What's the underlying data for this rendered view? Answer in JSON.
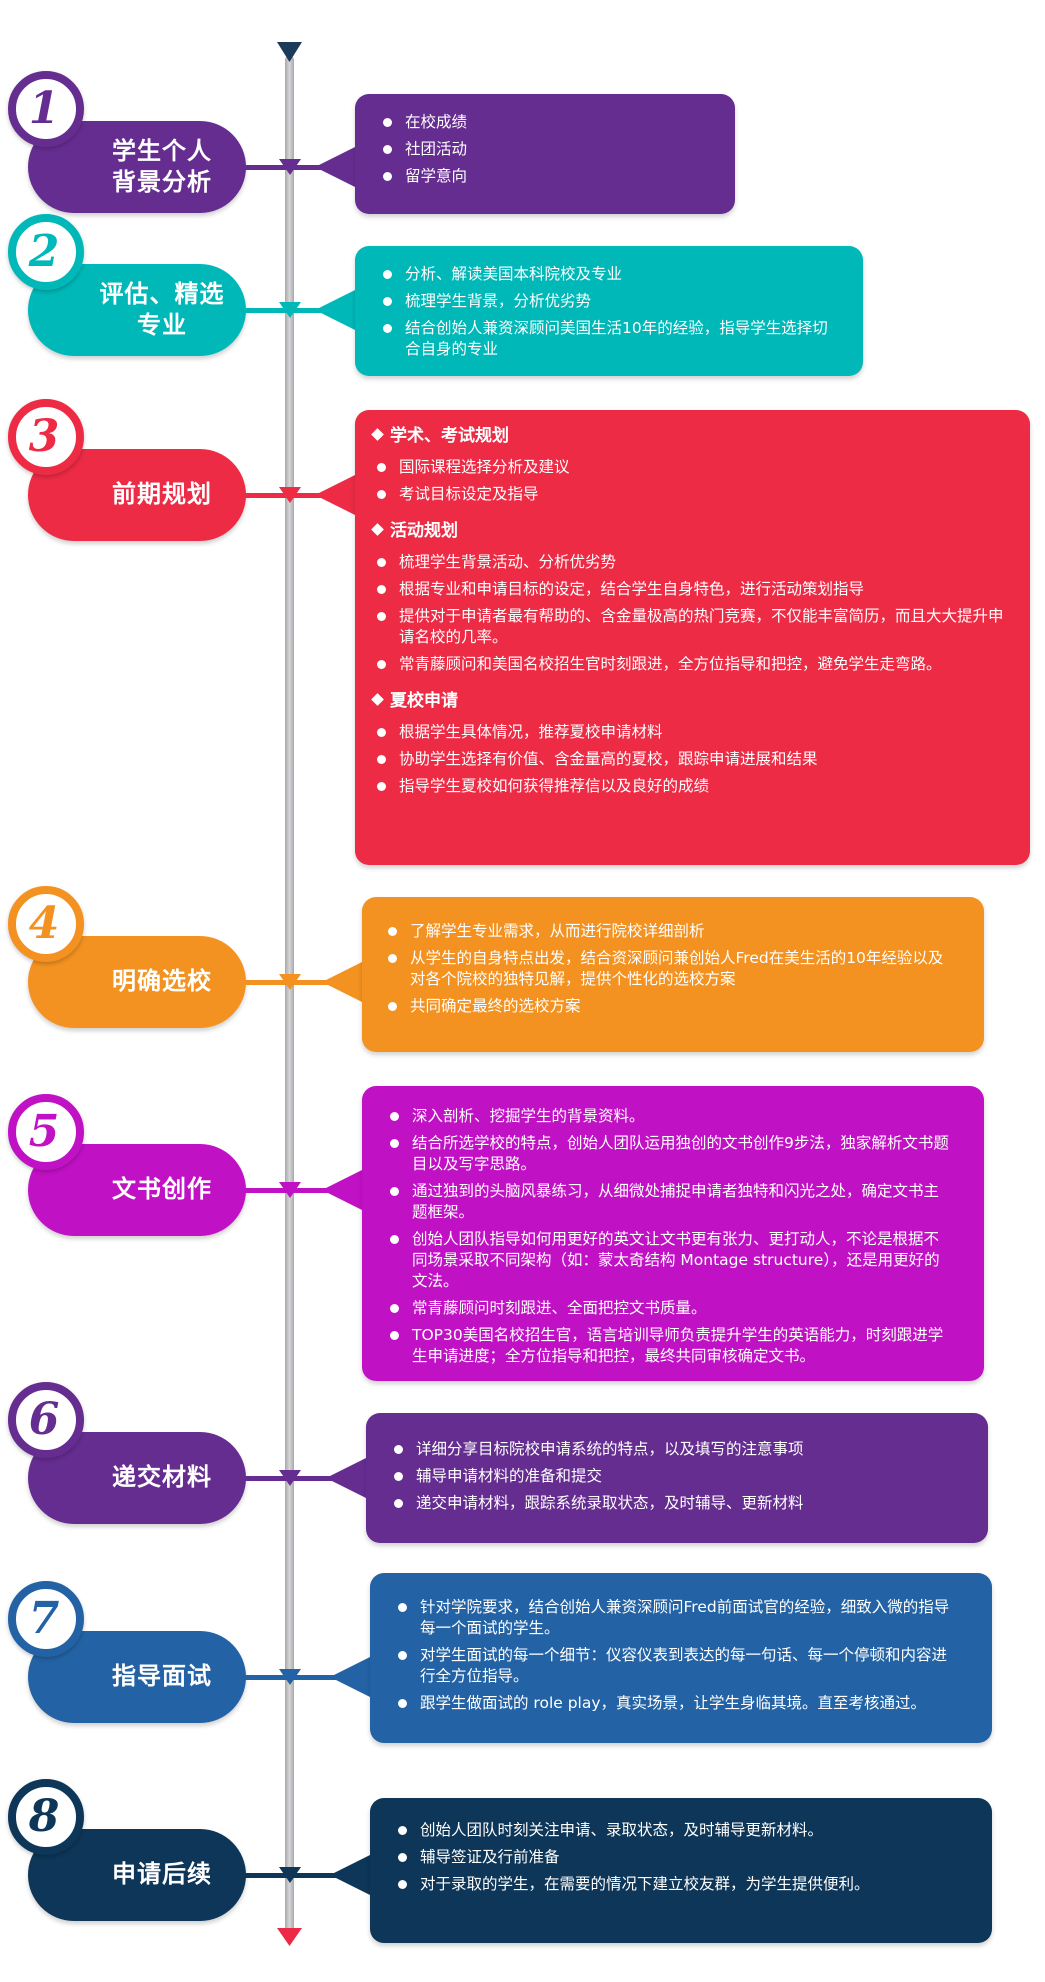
{
  "colors": {
    "step1": "#662d91",
    "step2": "#00b8b8",
    "step3": "#ed2b45",
    "step4": "#f39221",
    "step5": "#c111c5",
    "step6": "#662d91",
    "step7": "#2363a5",
    "step8": "#0d3658",
    "line": "#b5b5b8",
    "top_cap": "#1c3a5a",
    "bottom_cap": "#ec2a45"
  },
  "steps": [
    {
      "number": "1",
      "title": "学生个人\n背景分析",
      "items": [
        "在校成绩",
        "社团活动",
        "留学意向"
      ]
    },
    {
      "number": "2",
      "title": "评估、精选\n专业",
      "items": [
        "分析、解读美国本科院校及专业",
        "梳理学生背景，分析优劣势",
        "结合创始人兼资深顾问美国生活10年的经验，指导学生选择切合自身的专业"
      ]
    },
    {
      "number": "3",
      "title": "前期规划",
      "sections": [
        {
          "heading": "学术、考试规划",
          "items": [
            "国际课程选择分析及建议",
            "考试目标设定及指导"
          ]
        },
        {
          "heading": "活动规划",
          "items": [
            "梳理学生背景活动、分析优劣势",
            "根据专业和申请目标的设定，结合学生自身特色，进行活动策划指导",
            "提供对于申请者最有帮助的、含金量极高的热门竞赛，不仅能丰富简历，而且大大提升申请名校的几率。",
            "常青藤顾问和美国名校招生官时刻跟进，全方位指导和把控，避免学生走弯路。"
          ]
        },
        {
          "heading": "夏校申请",
          "items": [
            "根据学生具体情况，推荐夏校申请材料",
            "协助学生选择有价值、含金量高的夏校，跟踪申请进展和结果",
            "指导学生夏校如何获得推荐信以及良好的成绩"
          ]
        }
      ]
    },
    {
      "number": "4",
      "title": "明确选校",
      "items": [
        "了解学生专业需求，从而进行院校详细剖析",
        "从学生的自身特点出发，结合资深顾问兼创始人Fred在美生活的10年经验以及对各个院校的独特见解，提供个性化的选校方案",
        "共同确定最终的选校方案"
      ]
    },
    {
      "number": "5",
      "title": "文书创作",
      "items": [
        "深入剖析、挖掘学生的背景资料。",
        "结合所选学校的特点，创始人团队运用独创的文书创作9步法，独家解析文书题目以及写字思路。",
        "通过独到的头脑风暴练习，从细微处捕捉申请者独特和闪光之处，确定文书主题框架。",
        "创始人团队指导如何用更好的英文让文书更有张力、更打动人，不论是根据不同场景采取不同架构（如：蒙太奇结构 Montage structure），还是用更好的文法。",
        "常青藤顾问时刻跟进、全面把控文书质量。",
        "TOP30美国名校招生官，语言培训导师负责提升学生的英语能力，时刻跟进学生申请进度；全方位指导和把控，最终共同审核确定文书。"
      ]
    },
    {
      "number": "6",
      "title": "递交材料",
      "items": [
        "详细分享目标院校申请系统的特点，以及填写的注意事项",
        "辅导申请材料的准备和提交",
        "递交申请材料，跟踪系统录取状态，及时辅导、更新材料"
      ]
    },
    {
      "number": "7",
      "title": "指导面试",
      "items": [
        "针对学院要求，结合创始人兼资深顾问Fred前面试官的经验，细致入微的指导每一个面试的学生。",
        "对学生面试的每一个细节：仪容仪表到表达的每一句话、每一个停顿和内容进行全方位指导。",
        "跟学生做面试的 role play，真实场景，让学生身临其境。直至考核通过。"
      ]
    },
    {
      "number": "8",
      "title": "申请后续",
      "items": [
        "创始人团队时刻关注申请、录取状态，及时辅导更新材料。",
        "辅导签证及行前准备",
        "对于录取的学生，在需要的情况下建立校友群，为学生提供便利。"
      ]
    }
  ]
}
